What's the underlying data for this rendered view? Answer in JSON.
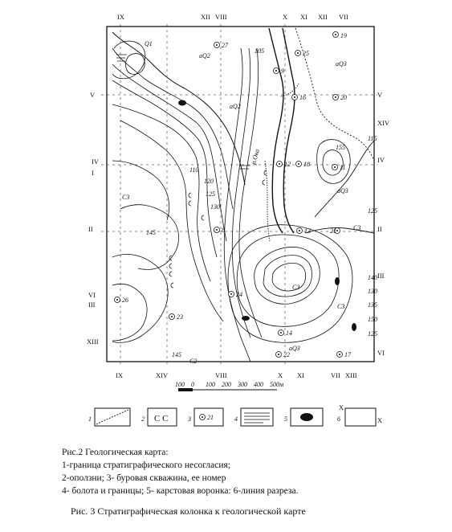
{
  "map": {
    "section_marks_top": [
      "IX",
      "XII",
      "VIII",
      "X",
      "XI",
      "XII",
      "VII"
    ],
    "section_marks_bottom": [
      "IX",
      "XIV",
      "VIII",
      "X",
      "XI",
      "VII",
      "XIII"
    ],
    "section_marks_left": [
      "V",
      "IV",
      "I",
      "II",
      "VI",
      "III",
      "XIII"
    ],
    "section_marks_right": [
      "V",
      "XIV",
      "IV",
      "II",
      "III",
      "VI"
    ],
    "units": [
      "Q1",
      "aQ2",
      "aQ2",
      "aQ3",
      "C3",
      "C3",
      "aQ3",
      "C3",
      "C2",
      "C3",
      "aQ3"
    ],
    "river": "р.Ока",
    "contours": [
      "105",
      "110",
      "115",
      "120",
      "125",
      "130",
      "135",
      "140",
      "145",
      "150",
      "155",
      "125",
      "140",
      "130"
    ],
    "wells": [
      "27",
      "25",
      "19",
      "9",
      "16",
      "20",
      "12",
      "18",
      "13",
      "21",
      "8",
      "24",
      "23",
      "26",
      "17",
      "22",
      "14",
      "11"
    ],
    "scale": [
      "100",
      "0",
      "100",
      "200",
      "300",
      "400",
      "500м"
    ]
  },
  "legend": {
    "numbers": [
      "1",
      "2",
      "3",
      "4",
      "5",
      "6"
    ],
    "well_sample": "21",
    "section_sample": [
      "X",
      "X"
    ]
  },
  "caption": {
    "title": "Рис.2 Геологическая карта:",
    "line1": "1-граница стратиграфического несогласия;",
    "line2": "2-оползни; 3- буровая скважина, ее номер",
    "line3": "4- болота и границы; 5- карстовая воронка: 6-линия разреза."
  },
  "figure3_caption": "Рис. 3 Стратиграфическая колонка к геологической карте"
}
